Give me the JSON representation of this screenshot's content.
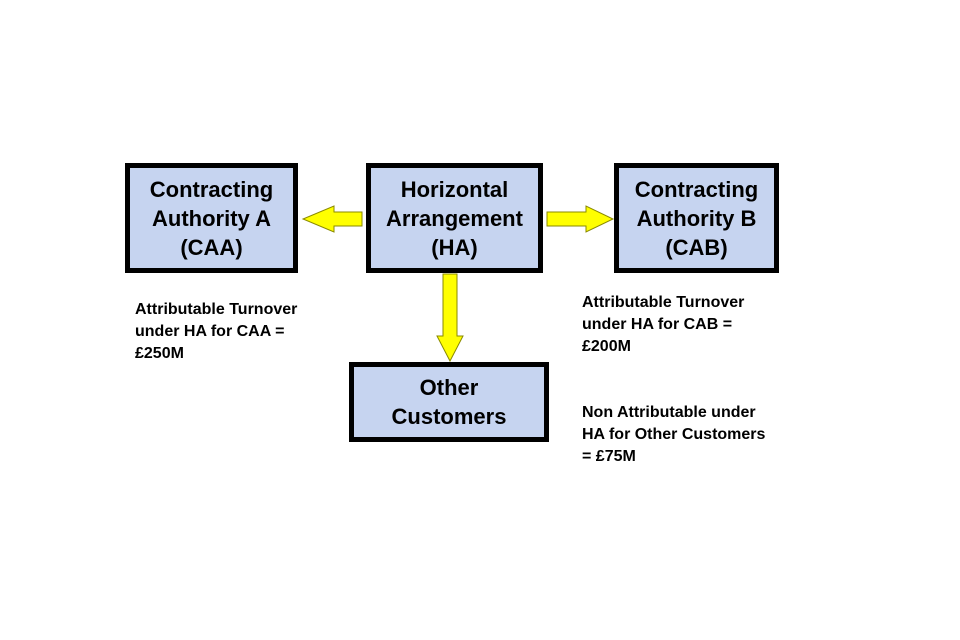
{
  "colors": {
    "box_fill": "#c6d4f0",
    "box_border": "#000000",
    "arrow_fill": "#ffff00",
    "arrow_stroke": "#8a8a00"
  },
  "boxes": {
    "caa": {
      "lines": [
        "Contracting",
        "Authority A",
        "(CAA)"
      ]
    },
    "ha": {
      "lines": [
        "Horizontal",
        "Arrangement",
        "(HA)"
      ]
    },
    "cab": {
      "lines": [
        "Contracting",
        "Authority B",
        "(CAB)"
      ]
    },
    "other": {
      "lines": [
        "Other",
        "Customers"
      ]
    }
  },
  "notes": {
    "caa": [
      "Attributable Turnover",
      "under HA for CAA =",
      "£250M"
    ],
    "cab": [
      "Attributable Turnover",
      "under HA for CAB =",
      "£200M"
    ],
    "other": [
      "Non Attributable under",
      "HA for Other Customers",
      "= £75M"
    ]
  }
}
